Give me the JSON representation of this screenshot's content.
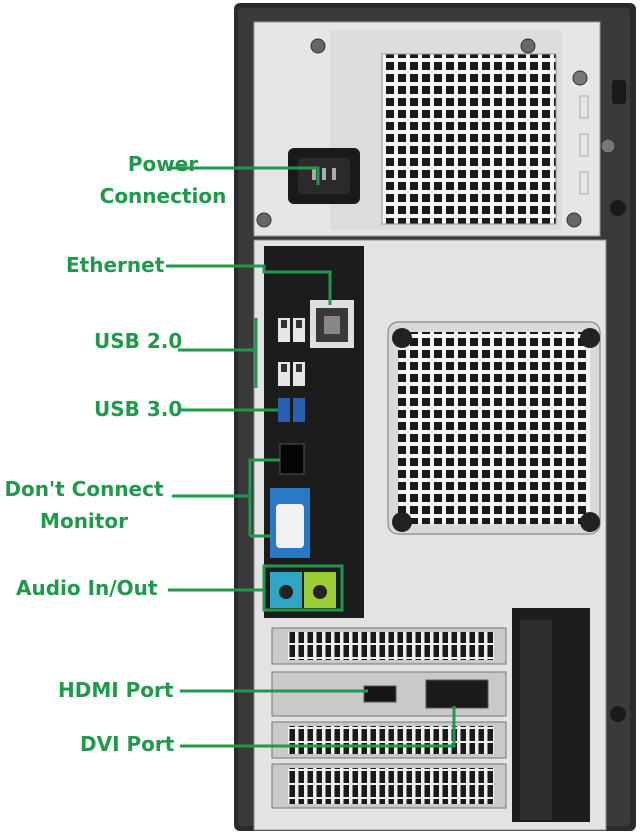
{
  "labels": {
    "power_line1": "Power",
    "power_line2": "Connection",
    "ethernet": "Ethernet",
    "usb20": "USB 2.0",
    "usb30": "USB 3.0",
    "monitor_line1": "Don't Connect",
    "monitor_line2": "Monitor",
    "audio": "Audio In/Out",
    "hdmi": "HDMI Port",
    "dvi": "DVI Port"
  },
  "colors": {
    "label_text": "#1f9a4c",
    "leader_line": "#1f9a4c",
    "case_frame": "#2b2b2b",
    "panel": "#e3e3e3",
    "io_plate": "#1c1c1c",
    "usb30_port": "#2a5fb0",
    "vga_port": "#2b78c6",
    "audio_in": "#2fa6c6",
    "audio_out": "#9acd32"
  }
}
